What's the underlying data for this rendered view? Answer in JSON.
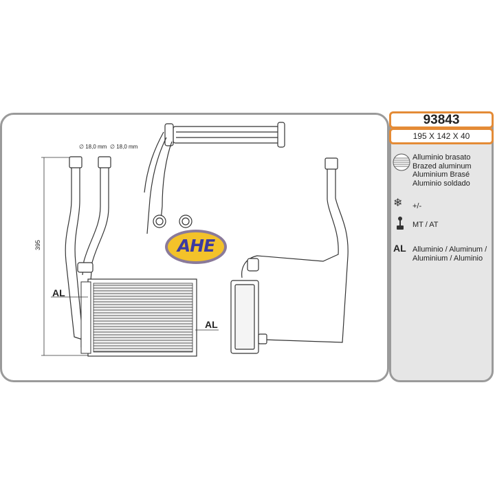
{
  "product": {
    "code": "93843",
    "dimensions": "195 X 142 X 40"
  },
  "brand": {
    "logo_text": "AHE"
  },
  "drawing": {
    "pipe_diameter_1": "∅ 18,0 mm",
    "pipe_diameter_2": "∅ 18,0 mm",
    "height_dimension": "395",
    "material_label_front": "AL",
    "material_label_side": "AL"
  },
  "specs": {
    "construction": [
      "Alluminio brasato",
      "Brazed aluminum",
      "Aluminium Brasé",
      "Aluminio soldado"
    ],
    "tolerance": "+/-",
    "transmission": "MT / AT",
    "material_code": "AL",
    "material_names": [
      "Alluminio  / Aluminum /",
      "Aluminium / Aluminio"
    ]
  },
  "colors": {
    "frame_border": "#9a9a9a",
    "accent_orange": "#e48b36",
    "logo_yellow": "#f3c22a",
    "logo_blue": "#3c3aa0",
    "logo_ring": "#8a7a9a"
  }
}
